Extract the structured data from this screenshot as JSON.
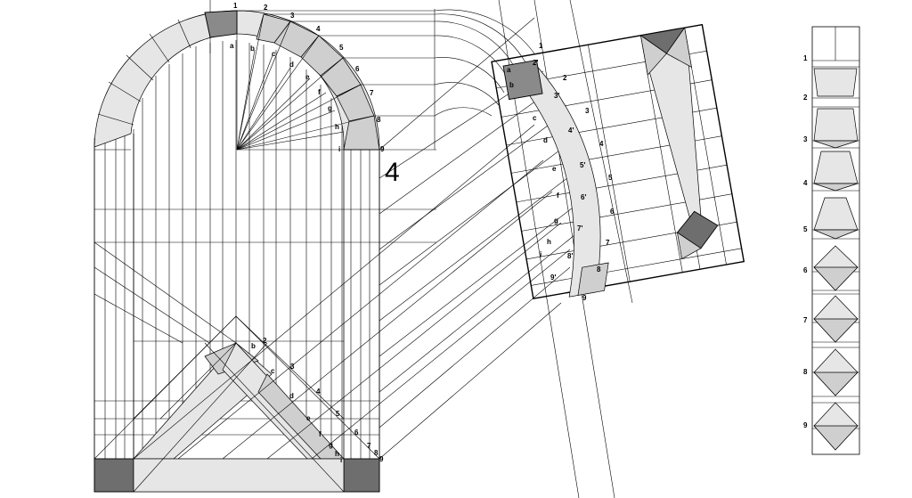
{
  "big_label": "4",
  "arc_numbers": [
    "1",
    "2",
    "3",
    "4",
    "5",
    "6",
    "7",
    "8",
    "9"
  ],
  "arc_letters": [
    "a",
    "b",
    "c",
    "d",
    "e",
    "f",
    "g",
    "h",
    "i"
  ],
  "bottom_numbers": [
    "2",
    "3",
    "4",
    "5",
    "6",
    "7",
    "8",
    "9"
  ],
  "bottom_letters": [
    "b",
    "c",
    "d",
    "e",
    "f",
    "g",
    "h",
    "i"
  ],
  "rot_numbers": [
    "1",
    "2",
    "3",
    "4",
    "5",
    "6",
    "7",
    "8",
    "9"
  ],
  "rot_primes": [
    "2'",
    "3'",
    "4'",
    "5'",
    "6'",
    "7'",
    "8'",
    "9'"
  ],
  "rot_letters": [
    "a",
    "b",
    "c",
    "d",
    "e",
    "f",
    "g",
    "h",
    "i"
  ],
  "strip_numbers": [
    "1",
    "2",
    "3",
    "4",
    "5",
    "6",
    "7",
    "8",
    "9"
  ],
  "colors": {
    "light_fill": "#e6e6e6",
    "mid_fill": "#cfcfcf",
    "dark_fill": "#6e6e6e",
    "line": "#000000"
  }
}
